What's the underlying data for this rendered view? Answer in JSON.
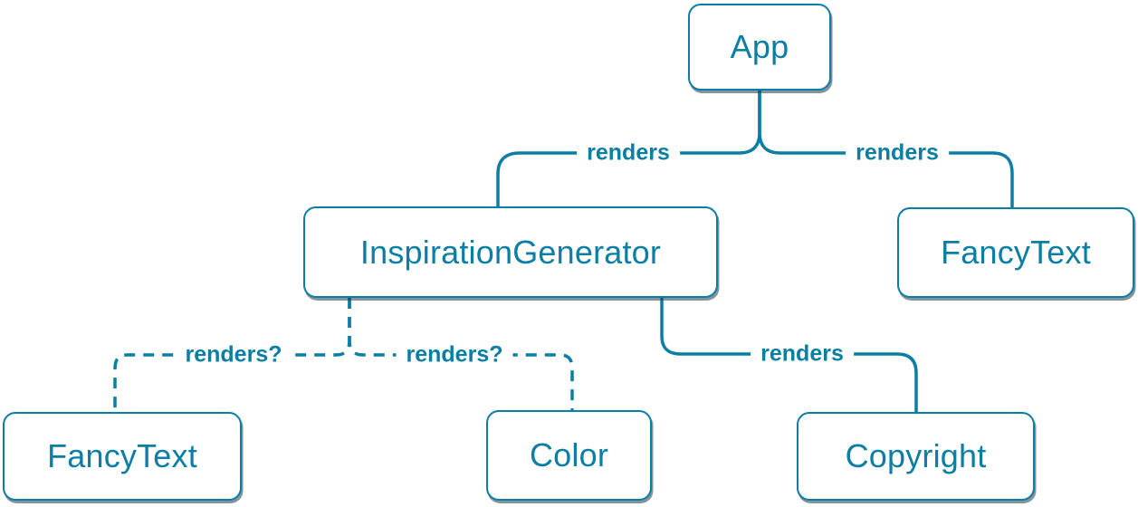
{
  "diagram": {
    "type": "component-render-tree",
    "accent_color": "#0a7ea4",
    "background_color": "#ffffff",
    "nodes": [
      {
        "id": "app",
        "label": "App"
      },
      {
        "id": "inspiration-generator",
        "label": "InspirationGenerator"
      },
      {
        "id": "fancy-text-top",
        "label": "FancyText"
      },
      {
        "id": "fancy-text-bottom",
        "label": "FancyText"
      },
      {
        "id": "color",
        "label": "Color"
      },
      {
        "id": "copyright",
        "label": "Copyright"
      }
    ],
    "edges": [
      {
        "from": "App",
        "to": "InspirationGenerator",
        "label": "renders",
        "style": "solid"
      },
      {
        "from": "App",
        "to": "FancyText",
        "label": "renders",
        "style": "solid"
      },
      {
        "from": "InspirationGenerator",
        "to": "FancyText",
        "label": "renders?",
        "style": "dashed"
      },
      {
        "from": "InspirationGenerator",
        "to": "Color",
        "label": "renders?",
        "style": "dashed"
      },
      {
        "from": "InspirationGenerator",
        "to": "Copyright",
        "label": "renders",
        "style": "solid"
      }
    ]
  }
}
